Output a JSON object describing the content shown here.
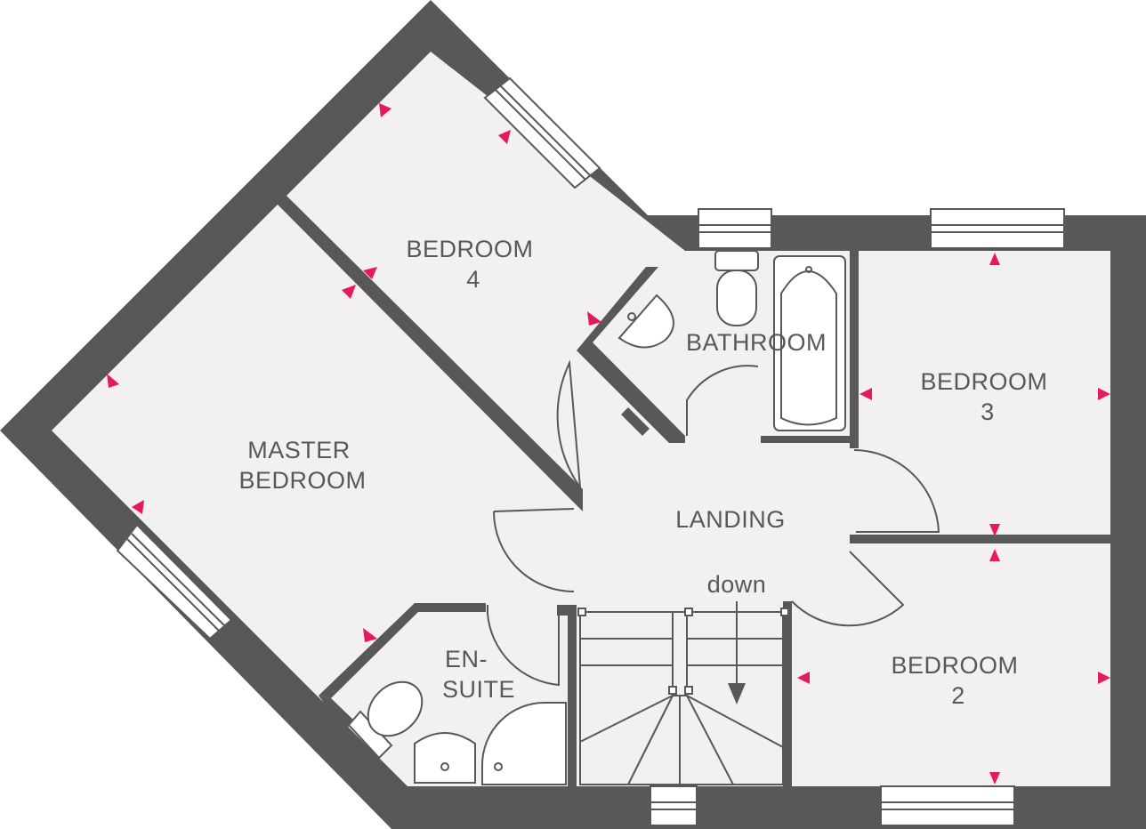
{
  "floorplan": {
    "rooms": {
      "bedroom4": [
        "BEDROOM",
        "4"
      ],
      "master": [
        "MASTER",
        "BEDROOM"
      ],
      "bathroom": [
        "BATHROOM"
      ],
      "bedroom3": [
        "BEDROOM",
        "3"
      ],
      "landing": [
        "LANDING"
      ],
      "ensuite": [
        "EN-",
        "SUITE"
      ],
      "bedroom2": [
        "BEDROOM",
        "2"
      ]
    },
    "stairs_label": "down",
    "colors": {
      "wall": "#58585a",
      "floor": "#f2f0f1",
      "marker": "#e8195a"
    }
  }
}
